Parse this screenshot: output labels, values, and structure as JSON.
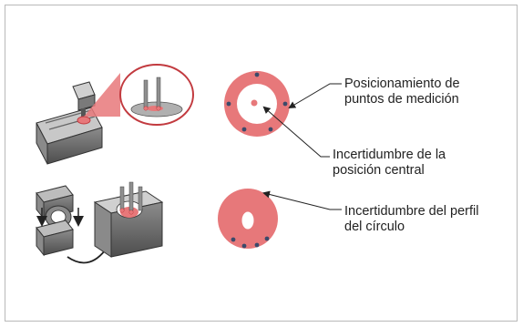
{
  "diagram": {
    "labels": {
      "measurement_points": [
        "Posicionamiento de",
        "puntos de medición"
      ],
      "center_uncertainty": [
        "Incertidumbre de la",
        "posición central"
      ],
      "profile_uncertainty": [
        "Incertidumbre del perfil",
        "del círculo"
      ]
    },
    "colors": {
      "accent": "#e7787a",
      "accent_light": "#f6b9b9",
      "outline": "#c23a3f",
      "metal": "#9a9a9a",
      "dark": "#3c3c3c"
    }
  }
}
